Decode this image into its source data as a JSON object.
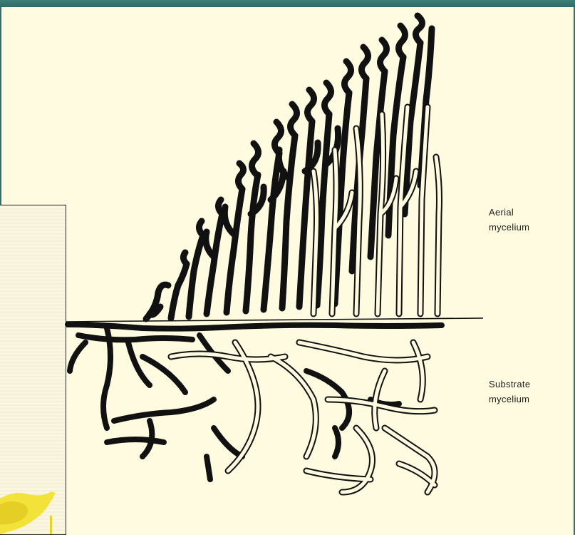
{
  "labels": {
    "aerial_line1": "Aerial",
    "aerial_line2": "mycelium",
    "substrate_line1": "Substrate",
    "substrate_line2": "mycelium"
  },
  "colors": {
    "slide_background": "#2f6f6c",
    "paper": "#fffbe0",
    "ink": "#111111",
    "inset_highlight": "#f2e23a"
  }
}
